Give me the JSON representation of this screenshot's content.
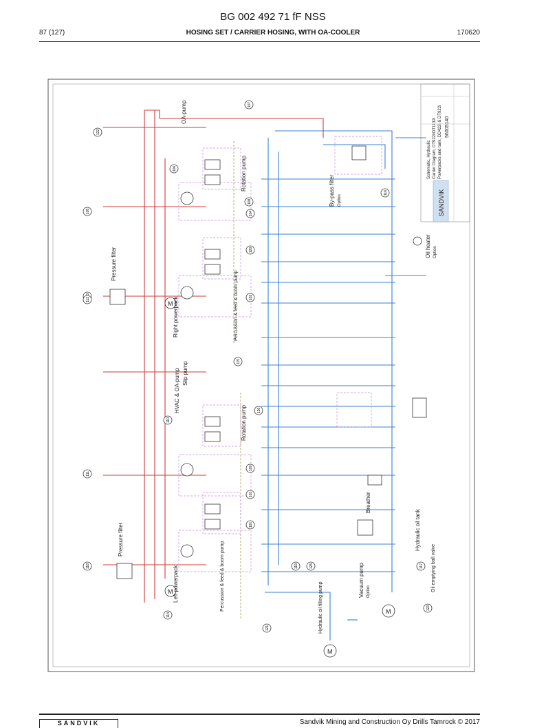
{
  "header": {
    "doc_title": "BG 002 492 71 fF NSS",
    "page": "87 (127)",
    "section": "HOSING SET / CARRIER HOSING, WITH OA-COOLER",
    "date": "170620"
  },
  "footer": {
    "logo": "SANDVIK",
    "company": "Sandvik Mining and Construction Oy Drills Tamrock © 2017"
  },
  "diagram": {
    "components": {
      "oa_pump": "OA-pump",
      "rotation_pump_right": "Rotation pump",
      "rotation_pump_left": "Rotation pump",
      "pressure_filter_right": "Pressure filter",
      "pressure_filter_left": "Pressure filter",
      "right_powerpack": "Right powerpack",
      "left_powerpack": "Left powerpack",
      "perc_feed_boom_right": "Percussion & feed & boom pump",
      "perc_feed_boom_left": "Percussion & feed & boom pump",
      "hvac_oa_pump": "HVAC & OA-pump",
      "slip_pump": "Slip pump",
      "bypass_filter": "By-pass filter",
      "bypass_option": "Option",
      "oil_heater": "Oil heater",
      "oil_heater_option": "Option",
      "breather": "Breather",
      "hydraulic_oil_tank": "Hydraulic oil tank",
      "vacuum_pump": "Vacuum pump",
      "vacuum_option": "Option",
      "filling_pump": "Hydraulic oil filling pump",
      "emptying_valve": "Oil emptying ball valve",
      "motor_symbol": "M"
    },
    "title_block": {
      "brand": "SANDVIK",
      "drawing_no": "56005140",
      "title_lines": [
        "Schematic, Hydraulic",
        "Carrier Diagram, DT922i/DT1132i",
        "Powerpacks and tank, DD422i & DT922i"
      ]
    },
    "callouts": [
      "107",
      "106",
      "108",
      "105",
      "120",
      "104",
      "113",
      "102",
      "112",
      "115",
      "110",
      "109",
      "126",
      "103",
      "111",
      "101",
      "118",
      "119",
      "117",
      "121",
      "114",
      "116",
      "123",
      "125",
      "122"
    ]
  }
}
